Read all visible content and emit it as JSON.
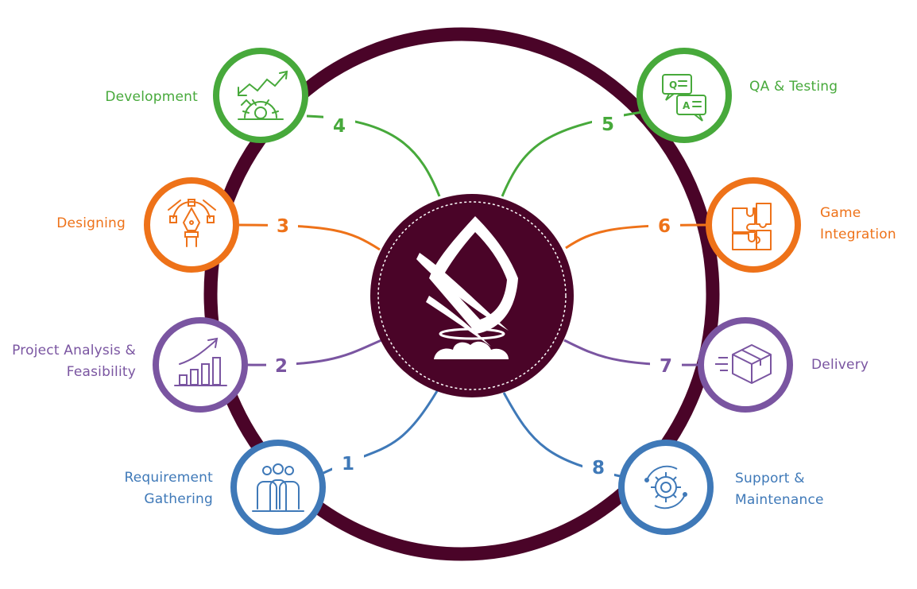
{
  "colors": {
    "maroon": "#4a0428",
    "green": "#47a93b",
    "orange": "#ee7219",
    "purple": "#7a55a1",
    "blue": "#3f79b8"
  },
  "steps": [
    {
      "number": "1",
      "title_lines": [
        "Requirement",
        "Gathering"
      ],
      "icon": "team-icon",
      "color": "blue"
    },
    {
      "number": "2",
      "title_lines": [
        "Project Analysis &",
        "Feasibility"
      ],
      "icon": "growth-chart-icon",
      "color": "purple"
    },
    {
      "number": "3",
      "title_lines": [
        "Designing"
      ],
      "icon": "pen-tool-icon",
      "color": "orange"
    },
    {
      "number": "4",
      "title_lines": [
        "Development"
      ],
      "icon": "development-gear-icon",
      "color": "green"
    },
    {
      "number": "5",
      "title_lines": [
        "QA & Testing"
      ],
      "icon": "qa-chat-icon",
      "color": "green"
    },
    {
      "number": "6",
      "title_lines": [
        "Game",
        "Integration"
      ],
      "icon": "puzzle-icon",
      "color": "orange"
    },
    {
      "number": "7",
      "title_lines": [
        "Delivery"
      ],
      "icon": "delivery-box-icon",
      "color": "purple"
    },
    {
      "number": "8",
      "title_lines": [
        "Support &",
        "Maintenance"
      ],
      "icon": "support-gear-icon",
      "color": "blue"
    }
  ],
  "center_logo": "rocket-logo-icon"
}
